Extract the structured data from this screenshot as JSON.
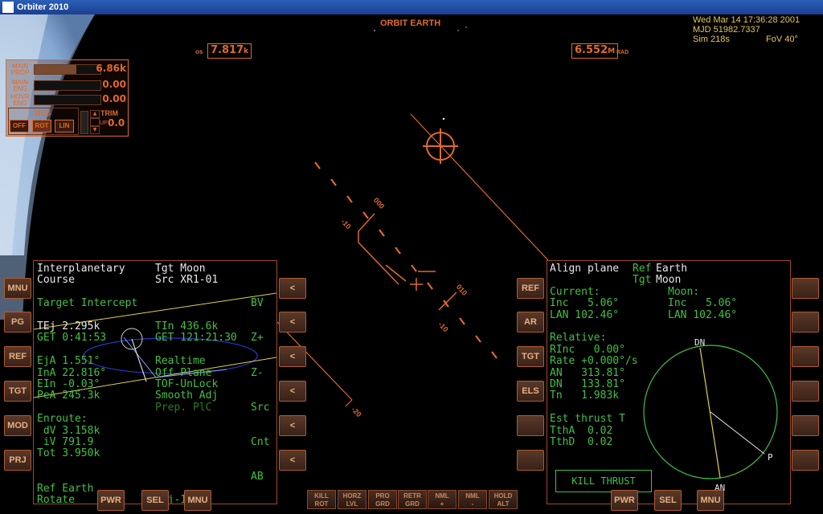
{
  "window": {
    "title": "Orbiter 2010"
  },
  "hud": {
    "mode": "ORBIT EARTH",
    "os_label": "os",
    "os_speed": "7.817",
    "os_unit": "k",
    "rad_value": "6.552",
    "rad_unit1": "M",
    "rad_unit2": "RAD",
    "ladder": [
      "000",
      "-10",
      "010",
      "-10",
      "-20"
    ]
  },
  "info": {
    "date": "Wed Mar 14 17:36:28 2001",
    "mjd": "MJD 51982.7337",
    "sim": "Sim  218s",
    "fov": "FoV  40°"
  },
  "engine_panel": {
    "rows": [
      {
        "label1": "MAIN",
        "label2": "PROP",
        "value": "6.86k",
        "fill": 0.64
      },
      {
        "label1": "MAIN",
        "label2": "ENG",
        "value": "0.00",
        "fill": 0
      },
      {
        "label1": "HOVR",
        "label2": "ENG",
        "value": "0.00",
        "fill": 0
      }
    ],
    "rcs_label": "RCS",
    "rcs_buttons": [
      "OFF",
      "ROT",
      "LIN"
    ],
    "trim_label": "TRIM",
    "trim_up": "UP",
    "trim_value": "0.0"
  },
  "left_mfd": {
    "lines": [
      {
        "text": "Interplanetary",
        "c": "w",
        "col": 0,
        "row": 0
      },
      {
        "text": "Tgt Moon",
        "c": "w",
        "col": 1,
        "row": 0
      },
      {
        "text": "Course",
        "c": "w",
        "col": 0,
        "row": 1
      },
      {
        "text": "Src XR1-01",
        "c": "w",
        "col": 1,
        "row": 1
      },
      {
        "text": "Target Intercept",
        "c": "g",
        "col": 0,
        "row": 3
      },
      {
        "text": "BV",
        "c": "g",
        "col": 2,
        "row": 3
      },
      {
        "text": "TEj 2.295k",
        "c": "w",
        "col": 0,
        "row": 5
      },
      {
        "text": "TIn 436.6k",
        "c": "g",
        "col": 1,
        "row": 5
      },
      {
        "text": "GET 0:41:53",
        "c": "g",
        "col": 0,
        "row": 6
      },
      {
        "text": "GET 121:21:30",
        "c": "g",
        "col": 1,
        "row": 6
      },
      {
        "text": "Z+",
        "c": "g",
        "col": 2,
        "row": 6
      },
      {
        "text": "EjA 1.551°",
        "c": "g",
        "col": 0,
        "row": 8
      },
      {
        "text": "Realtime",
        "c": "g",
        "col": 1,
        "row": 8
      },
      {
        "text": "InA 22.816°",
        "c": "g",
        "col": 0,
        "row": 9
      },
      {
        "text": "Off Plane",
        "c": "g",
        "col": 1,
        "row": 9
      },
      {
        "text": "Z-",
        "c": "g",
        "col": 2,
        "row": 9
      },
      {
        "text": "EIn -0.03°",
        "c": "g",
        "col": 0,
        "row": 10
      },
      {
        "text": "TOF-UnLock",
        "c": "g",
        "col": 1,
        "row": 10
      },
      {
        "text": "PeA 245.3k",
        "c": "g",
        "col": 0,
        "row": 11
      },
      {
        "text": "Smooth Adj",
        "c": "g",
        "col": 1,
        "row": 11
      },
      {
        "text": "Prep. PlC",
        "c": "dg",
        "col": 1,
        "row": 12
      },
      {
        "text": "Src",
        "c": "g",
        "col": 2,
        "row": 12
      },
      {
        "text": "Enroute:",
        "c": "g",
        "col": 0,
        "row": 13
      },
      {
        "text": " dV 3.158k",
        "c": "g",
        "col": 0,
        "row": 14
      },
      {
        "text": " iV 791.9",
        "c": "g",
        "col": 0,
        "row": 15
      },
      {
        "text": "Cnt",
        "c": "g",
        "col": 2,
        "row": 15
      },
      {
        "text": "Tot 3.950k",
        "c": "g",
        "col": 0,
        "row": 16
      },
      {
        "text": "AB",
        "c": "g",
        "col": 2,
        "row": 18
      },
      {
        "text": "Ref Earth",
        "c": "g",
        "col": 0,
        "row": 19
      },
      {
        "text": "Rotate",
        "c": "g",
        "col": 0,
        "row": 20
      },
      {
        "text": "Adj-1x",
        "c": "g",
        "col": 1,
        "row": 20
      }
    ]
  },
  "right_mfd": {
    "lines": [
      {
        "text": "Align plane",
        "c": "w",
        "col": 0,
        "row": 0
      },
      {
        "text": "Ref",
        "c": "g",
        "col": 1,
        "row": 0
      },
      {
        "text": "Earth",
        "c": "w",
        "col": 2,
        "row": 0
      },
      {
        "text": "Tgt",
        "c": "g",
        "col": 1,
        "row": 1
      },
      {
        "text": "Moon",
        "c": "w",
        "col": 2,
        "row": 1
      },
      {
        "text": "Current:",
        "c": "g",
        "col": 0,
        "row": 2
      },
      {
        "text": "Moon:",
        "c": "g",
        "col": 3,
        "row": 2
      },
      {
        "text": "Inc   5.06°",
        "c": "g",
        "col": 0,
        "row": 3
      },
      {
        "text": "Inc   5.06°",
        "c": "g",
        "col": 3,
        "row": 3
      },
      {
        "text": "LAN 102.46°",
        "c": "g",
        "col": 0,
        "row": 4
      },
      {
        "text": "LAN 102.46°",
        "c": "g",
        "col": 3,
        "row": 4
      },
      {
        "text": "Relative:",
        "c": "g",
        "col": 0,
        "row": 6
      },
      {
        "text": "RInc   0.00°",
        "c": "g",
        "col": 0,
        "row": 7
      },
      {
        "text": "Rate +0.000°/s",
        "c": "g",
        "col": 0,
        "row": 8
      },
      {
        "text": "AN   313.81°",
        "c": "g",
        "col": 0,
        "row": 9
      },
      {
        "text": "DN   133.81°",
        "c": "g",
        "col": 0,
        "row": 10
      },
      {
        "text": "Tn   1.983k",
        "c": "g",
        "col": 0,
        "row": 11
      },
      {
        "text": "Est thrust T",
        "c": "g",
        "col": 0,
        "row": 13
      },
      {
        "text": "TthA  0.02",
        "c": "g",
        "col": 0,
        "row": 14
      },
      {
        "text": "TthD  0.02",
        "c": "g",
        "col": 0,
        "row": 15
      }
    ],
    "node_dn": "DN",
    "node_an": "AN",
    "node_p": "P",
    "kill_thrust": "KILL THRUST"
  },
  "left_buttons": [
    "MNU",
    "PG",
    "REF",
    "TGT",
    "MOD",
    "PRJ"
  ],
  "left_mfd_side_buttons": [
    "<",
    "<",
    "<",
    "<",
    "<",
    "<"
  ],
  "right_mfd_left_buttons": [
    "REF",
    "AR",
    "TGT",
    "ELS",
    "",
    ""
  ],
  "right_mfd_right_buttons": [
    "",
    "",
    "",
    "",
    "",
    ""
  ],
  "left_bottom_buttons": [
    "PWR",
    "SEL",
    "MNU"
  ],
  "right_bottom_buttons": [
    "PWR",
    "SEL",
    "MNU"
  ],
  "nav_buttons": [
    {
      "l1": "KILL",
      "l2": "ROT"
    },
    {
      "l1": "HORZ",
      "l2": "LVL"
    },
    {
      "l1": "PRO",
      "l2": "GRD"
    },
    {
      "l1": "RETR",
      "l2": "GRD"
    },
    {
      "l1": "NML",
      "l2": "+"
    },
    {
      "l1": "NML",
      "l2": "-"
    },
    {
      "l1": "HOLD",
      "l2": "ALT"
    }
  ],
  "colors": {
    "hud": "#e06a2c",
    "mfd_text": "#43c043",
    "mfd_white": "#e8e8e8",
    "info": "#e7c75a"
  }
}
